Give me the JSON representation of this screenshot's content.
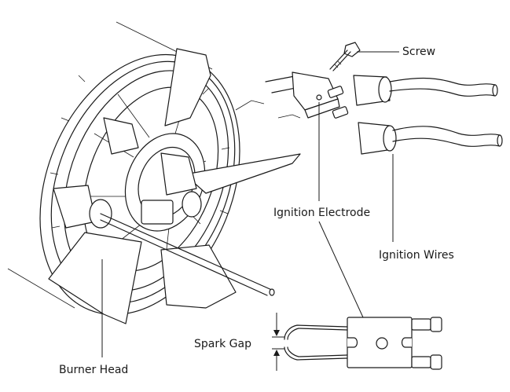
{
  "labels": {
    "screw": "Screw",
    "ignition_electrode": "Ignition Electrode",
    "ignition_wires": "Ignition Wires",
    "spark_gap": "Spark Gap",
    "burner_head": "Burner Head"
  },
  "colors": {
    "ink": "#1a1a1a",
    "background": "#ffffff"
  }
}
